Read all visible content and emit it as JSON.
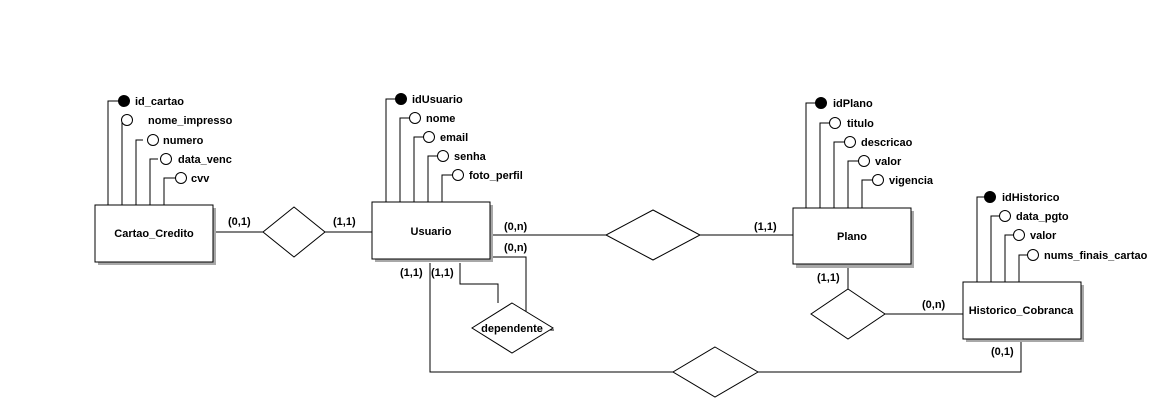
{
  "entities": {
    "cartao_credito": {
      "name": "Cartao_Credito",
      "attributes": [
        "id_cartao",
        "nome_impresso",
        "numero",
        "data_venc",
        "cvv"
      ],
      "key_attribute": "id_cartao"
    },
    "usuario": {
      "name": "Usuario",
      "attributes": [
        "idUsuario",
        "nome",
        "email",
        "senha",
        "foto_perfil"
      ],
      "key_attribute": "idUsuario"
    },
    "plano": {
      "name": "Plano",
      "attributes": [
        "idPlano",
        "titulo",
        "descricao",
        "valor",
        "vigencia"
      ],
      "key_attribute": "idPlano"
    },
    "historico_cobranca": {
      "name": "Historico_Cobranca",
      "attributes": [
        "idHistorico",
        "data_pgto",
        "valor",
        "nums_finais_cartao"
      ],
      "key_attribute": "idHistorico"
    }
  },
  "relationships": {
    "cartao_usuario": {
      "label": "",
      "card_cartao": "(0,1)",
      "card_usuario": "(1,1)"
    },
    "usuario_plano": {
      "label": "",
      "card_usuario": "(0,n)",
      "card_plano": "(1,1)"
    },
    "dependente": {
      "label": "dependente",
      "card_a": "(0,n)",
      "card_b": "(1,1)",
      "card_c": "(1,1)"
    },
    "plano_historico": {
      "label": "",
      "card_plano": "(1,1)",
      "card_historico": "(0,n)"
    },
    "usuario_historico": {
      "label": "",
      "card_historico": "(0,1)"
    }
  },
  "colors": {
    "line": "#000000",
    "fill": "#ffffff",
    "shadow": "#a8a8a8"
  }
}
